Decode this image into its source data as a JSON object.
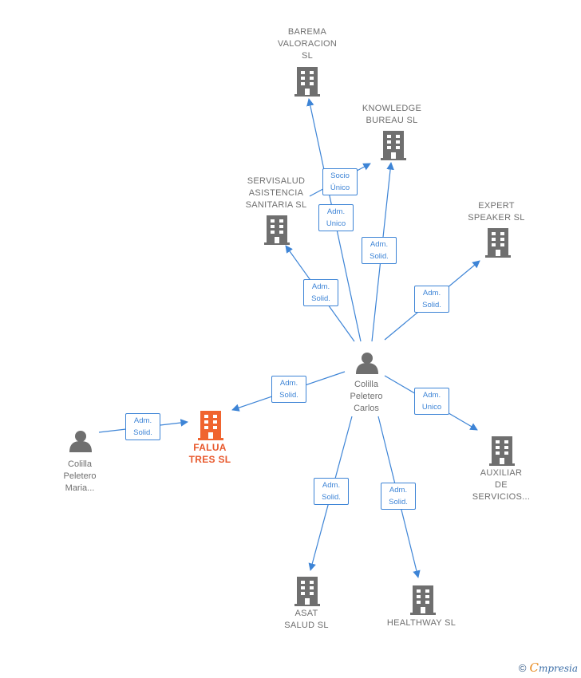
{
  "colors": {
    "edge": "#3d84d6",
    "icon": "#6f6f6f",
    "focus": "#f0642f"
  },
  "nodes": [
    {
      "id": "barema",
      "type": "company",
      "label": "BAREMA\nVALORACION\nSL"
    },
    {
      "id": "knowledge",
      "type": "company",
      "label": "KNOWLEDGE\nBUREAU SL"
    },
    {
      "id": "servisalud",
      "type": "company",
      "label": "SERVISALUD\nASISTENCIA\nSANITARIA SL"
    },
    {
      "id": "expert",
      "type": "company",
      "label": "EXPERT\nSPEAKER SL"
    },
    {
      "id": "carlos",
      "type": "person",
      "label": "Colilla\nPeletero\nCarlos"
    },
    {
      "id": "falua",
      "type": "company",
      "label": "FALUA\nTRES SL",
      "focus": true
    },
    {
      "id": "maria",
      "type": "person",
      "label": "Colilla\nPeletero\nMaria..."
    },
    {
      "id": "auxiliar",
      "type": "company",
      "label": "AUXILIAR\nDE\nSERVICIOS..."
    },
    {
      "id": "asat",
      "type": "company",
      "label": "ASAT\nSALUD SL"
    },
    {
      "id": "healthway",
      "type": "company",
      "label": "HEALTHWAY SL"
    }
  ],
  "edges": [
    {
      "from": "carlos",
      "to": "barema",
      "label": "Adm.\nUnico"
    },
    {
      "from": "servisalud",
      "to": "knowledge",
      "label": "Socio\nÚnico"
    },
    {
      "from": "carlos",
      "to": "knowledge",
      "label": "Adm.\nSolid."
    },
    {
      "from": "carlos",
      "to": "servisalud",
      "label": "Adm.\nSolid."
    },
    {
      "from": "carlos",
      "to": "expert",
      "label": "Adm.\nSolid."
    },
    {
      "from": "carlos",
      "to": "falua",
      "label": "Adm.\nSolid."
    },
    {
      "from": "maria",
      "to": "falua",
      "label": "Adm.\nSolid."
    },
    {
      "from": "carlos",
      "to": "auxiliar",
      "label": "Adm.\nUnico"
    },
    {
      "from": "carlos",
      "to": "asat",
      "label": "Adm.\nSolid."
    },
    {
      "from": "carlos",
      "to": "healthway",
      "label": "Adm.\nSolid."
    }
  ],
  "footer": {
    "copyright": "©",
    "brand_initial": "C",
    "brand_rest": "mpresia"
  }
}
